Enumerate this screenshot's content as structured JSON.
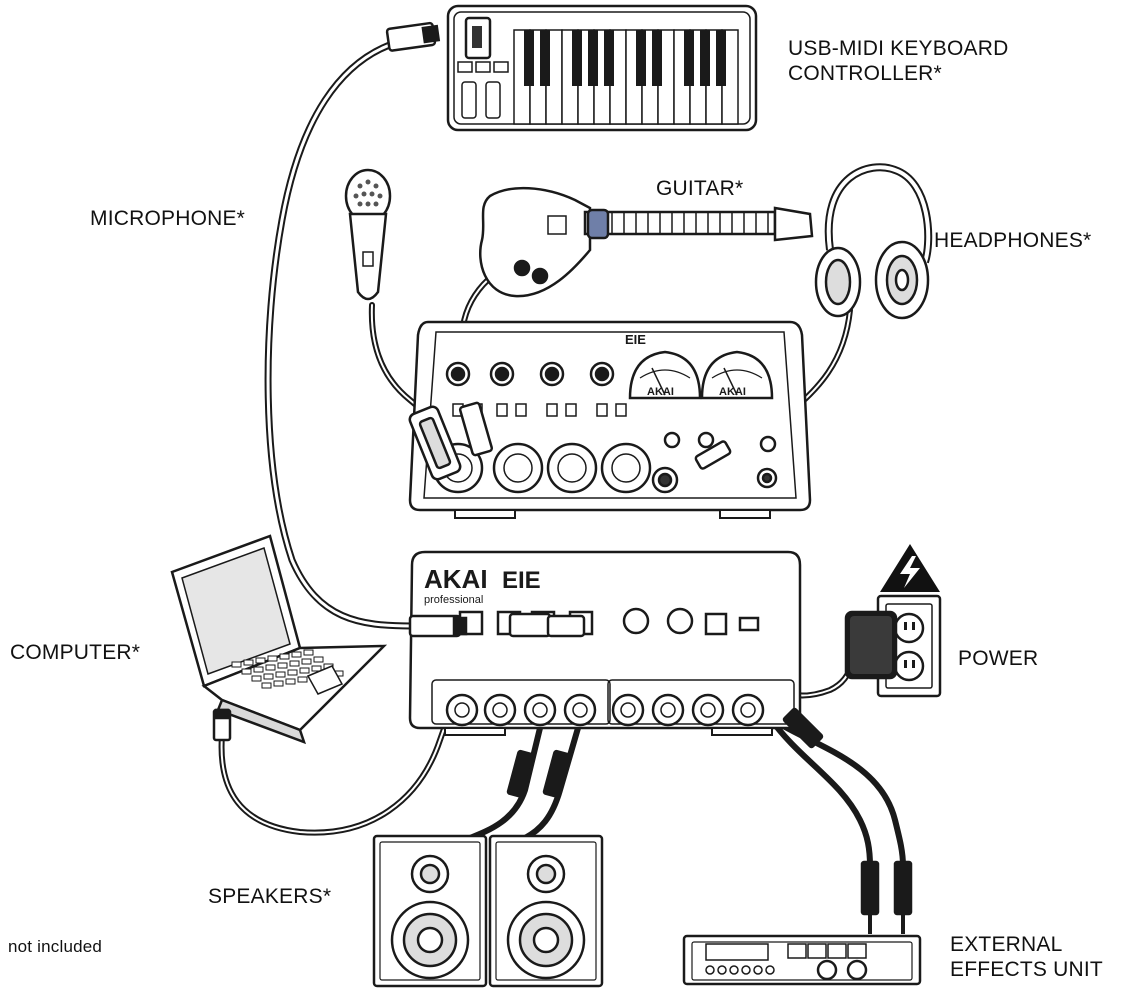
{
  "labels": {
    "keyboard_line1": "USB-MIDI KEYBOARD",
    "keyboard_line2": "CONTROLLER*",
    "microphone": "MICROPHONE*",
    "guitar": "GUITAR*",
    "headphones": "HEADPHONES*",
    "computer": "COMPUTER*",
    "power": "POWER",
    "speakers": "SPEAKERS*",
    "effects_line1": "EXTERNAL",
    "effects_line2": "EFFECTS UNIT",
    "footnote": "not included"
  },
  "devices": {
    "top_unit": {
      "brand_name": "AKAI",
      "model_name": "EIE"
    },
    "rear_unit": {
      "brand_name": "AKAI",
      "brand_subtitle": "professional",
      "model_name": "EIE"
    }
  },
  "colors": {
    "line": "#1a1a1a",
    "fill": "#ffffff",
    "shade": "#d9d9d9",
    "guitar_pickup": "#6f7fa8",
    "warning": "#111111"
  }
}
